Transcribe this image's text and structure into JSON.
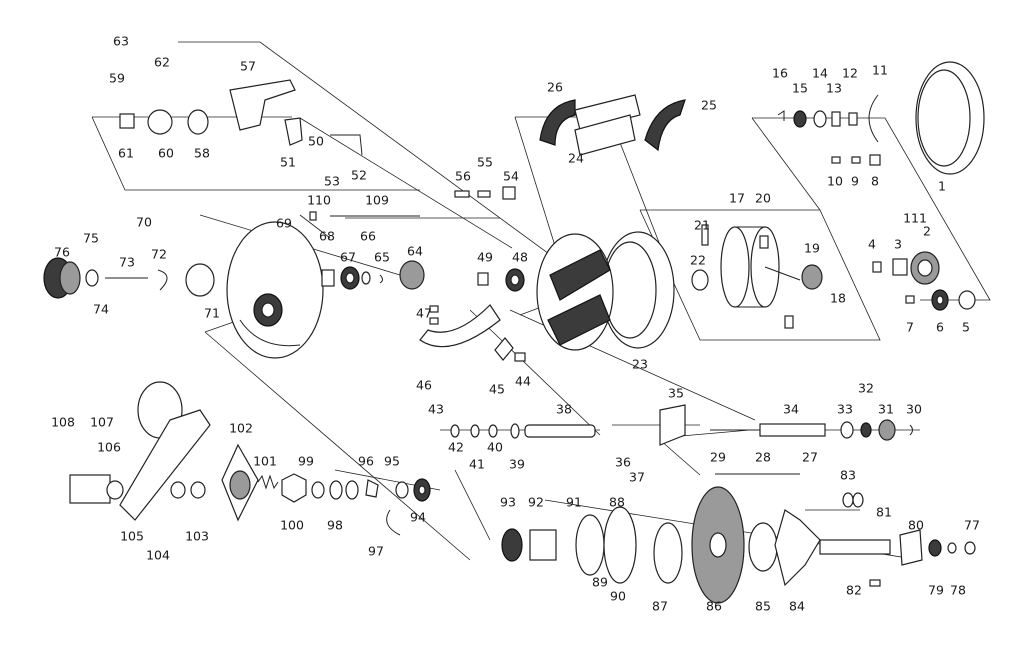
{
  "diagram": {
    "part_numbers": [
      "1",
      "2",
      "3",
      "4",
      "5",
      "6",
      "7",
      "8",
      "9",
      "10",
      "11",
      "12",
      "13",
      "14",
      "15",
      "16",
      "17",
      "18",
      "19",
      "20",
      "21",
      "22",
      "23",
      "24",
      "25",
      "26",
      "27",
      "28",
      "29",
      "30",
      "31",
      "32",
      "33",
      "34",
      "35",
      "36",
      "37",
      "38",
      "39",
      "40",
      "41",
      "42",
      "43",
      "44",
      "45",
      "46",
      "47",
      "48",
      "49",
      "50",
      "51",
      "52",
      "53",
      "54",
      "55",
      "56",
      "57",
      "58",
      "59",
      "60",
      "61",
      "62",
      "63",
      "64",
      "65",
      "66",
      "67",
      "68",
      "69",
      "70",
      "71",
      "72",
      "73",
      "74",
      "75",
      "76",
      "77",
      "78",
      "79",
      "80",
      "81",
      "82",
      "83",
      "84",
      "85",
      "86",
      "87",
      "88",
      "89",
      "90",
      "91",
      "92",
      "93",
      "94",
      "95",
      "96",
      "97",
      "98",
      "99",
      "100",
      "101",
      "102",
      "103",
      "104",
      "105",
      "106",
      "107",
      "108",
      "109",
      "110",
      "111"
    ]
  }
}
